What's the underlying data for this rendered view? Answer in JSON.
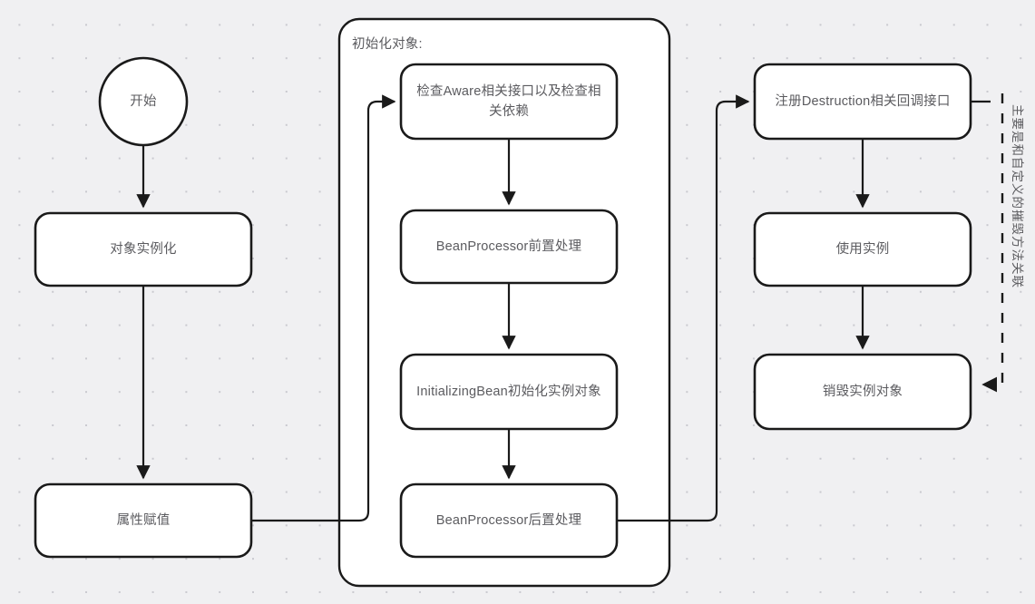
{
  "canvas": {
    "background_color": "#f0f0f2",
    "grid_dot_color": "#c9c9cf",
    "stroke_color": "#1a1a1a",
    "node_fill": "#ffffff",
    "text_color": "#5b5b5f"
  },
  "diagram": {
    "type": "flowchart",
    "title_note": "Spring Bean lifecycle flowchart",
    "start_node": {
      "id": "start",
      "shape": "circle",
      "label": "开始"
    },
    "left_column": [
      {
        "id": "instantiate",
        "shape": "rounded-rect",
        "label": "对象实例化"
      },
      {
        "id": "populate",
        "shape": "rounded-rect",
        "label": "属性赋值"
      }
    ],
    "group": {
      "id": "init-group",
      "label": "初始化对象:",
      "shape": "rounded-rect-container",
      "nodes": [
        {
          "id": "aware",
          "shape": "rounded-rect",
          "label": "检查Aware相关接口以及检查相关依赖"
        },
        {
          "id": "bpp-before",
          "shape": "rounded-rect",
          "label": "BeanProcessor前置处理"
        },
        {
          "id": "init-bean",
          "shape": "rounded-rect",
          "label": "InitializingBean初始化实例对象"
        },
        {
          "id": "bpp-after",
          "shape": "rounded-rect",
          "label": "BeanProcessor后置处理"
        }
      ]
    },
    "right_column": [
      {
        "id": "register-destruction",
        "shape": "rounded-rect",
        "label": "注册Destruction相关回调接口"
      },
      {
        "id": "use-instance",
        "shape": "rounded-rect",
        "label": "使用实例"
      },
      {
        "id": "destroy-instance",
        "shape": "rounded-rect",
        "label": "销毁实例对象"
      }
    ],
    "annotations": [
      {
        "id": "destruction-note",
        "label": "主要是和自定义的摧毁方法关联",
        "orientation": "vertical",
        "line_style": "dashed"
      }
    ],
    "edges": [
      {
        "from": "start",
        "to": "instantiate",
        "style": "solid",
        "arrow": true
      },
      {
        "from": "instantiate",
        "to": "populate",
        "style": "solid",
        "arrow": true
      },
      {
        "from": "populate",
        "to": "aware",
        "style": "solid",
        "arrow": true
      },
      {
        "from": "aware",
        "to": "bpp-before",
        "style": "solid",
        "arrow": true
      },
      {
        "from": "bpp-before",
        "to": "init-bean",
        "style": "solid",
        "arrow": true
      },
      {
        "from": "init-bean",
        "to": "bpp-after",
        "style": "solid",
        "arrow": true
      },
      {
        "from": "bpp-after",
        "to": "register-destruction",
        "style": "solid",
        "arrow": true
      },
      {
        "from": "register-destruction",
        "to": "use-instance",
        "style": "solid",
        "arrow": true
      },
      {
        "from": "use-instance",
        "to": "destroy-instance",
        "style": "solid",
        "arrow": true
      },
      {
        "from": "register-destruction",
        "to": "destroy-instance",
        "style": "dashed",
        "arrow": true
      }
    ]
  }
}
